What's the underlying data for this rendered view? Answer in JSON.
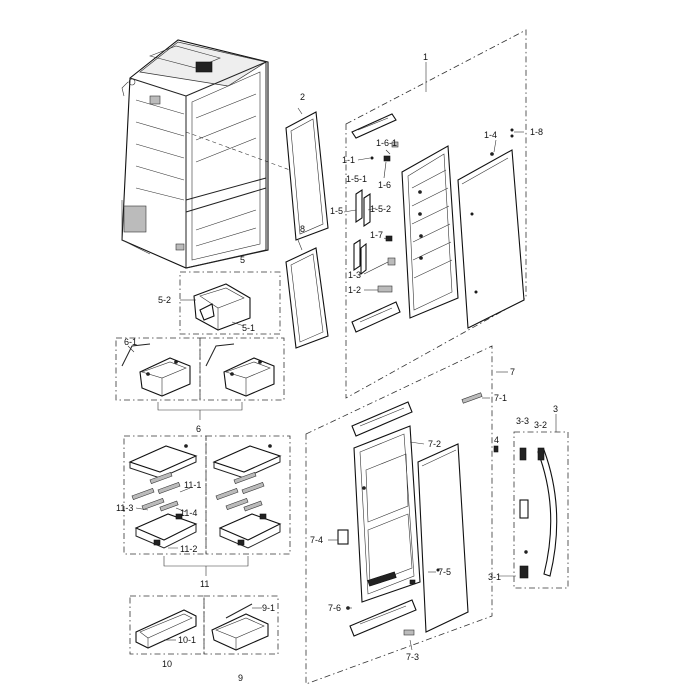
{
  "labels": {
    "l1": "1",
    "l1_1": "1-1",
    "l1_2": "1-2",
    "l1_3": "1-3",
    "l1_4": "1-4",
    "l1_5": "1-5",
    "l1_5_1": "1-5-1",
    "l1_5_2": "1-5-2",
    "l1_6": "1-6",
    "l1_6_1": "1-6-1",
    "l1_7": "1-7",
    "l1_8": "1-8",
    "l2": "2",
    "l3": "3",
    "l3_1": "3-1",
    "l3_2": "3-2",
    "l3_3": "3-3",
    "l4": "4",
    "l5": "5",
    "l5_1": "5-1",
    "l5_2": "5-2",
    "l6": "6",
    "l6_1": "6-1",
    "l7": "7",
    "l7_1": "7-1",
    "l7_2": "7-2",
    "l7_3": "7-3",
    "l7_4": "7-4",
    "l7_5": "7-5",
    "l7_6": "7-6",
    "l8": "8",
    "l9": "9",
    "l9_1": "9-1",
    "l10": "10",
    "l10_1": "10-1",
    "l11": "11",
    "l11_1": "11-1",
    "l11_2": "11-2",
    "l11_3": "11-3",
    "l11_4": "11-4"
  }
}
